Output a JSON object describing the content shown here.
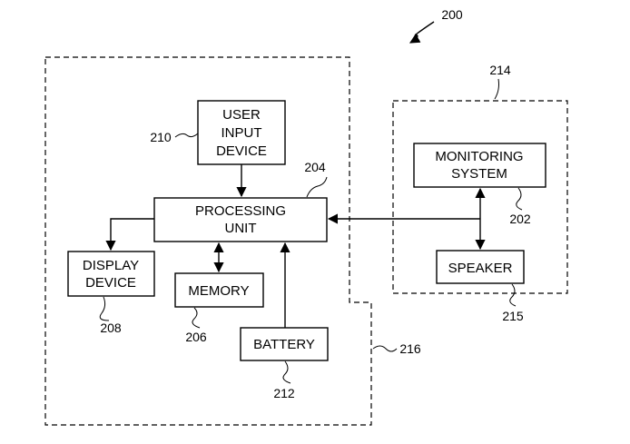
{
  "figure": {
    "ref": "200"
  },
  "regions": {
    "device_ref": "216",
    "external_ref": "214"
  },
  "blocks": {
    "user_input": {
      "lines": [
        "USER",
        "INPUT",
        "DEVICE"
      ],
      "ref": "210"
    },
    "processing": {
      "lines": [
        "PROCESSING",
        "UNIT"
      ],
      "ref": "204"
    },
    "display": {
      "lines": [
        "DISPLAY",
        "DEVICE"
      ],
      "ref": "208"
    },
    "memory": {
      "lines": [
        "MEMORY"
      ],
      "ref": "206"
    },
    "battery": {
      "lines": [
        "BATTERY"
      ],
      "ref": "212"
    },
    "monitoring": {
      "lines": [
        "MONITORING",
        "SYSTEM"
      ],
      "ref": "202"
    },
    "speaker": {
      "lines": [
        "SPEAKER"
      ],
      "ref": "215"
    }
  }
}
